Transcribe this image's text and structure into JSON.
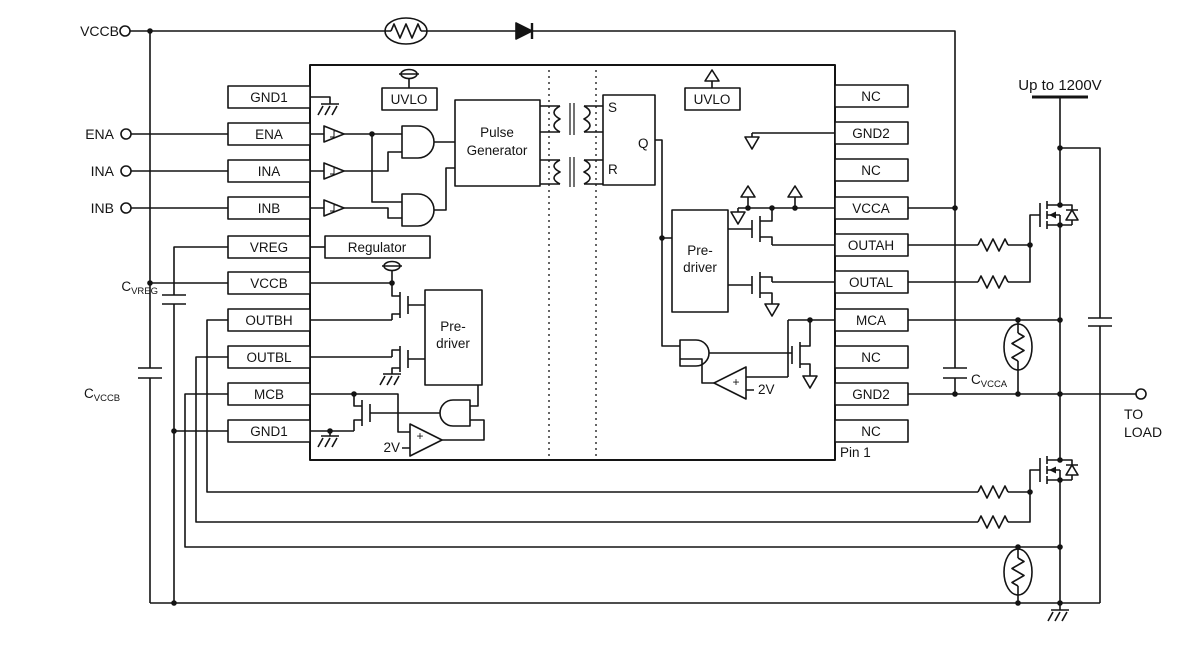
{
  "diagram_type": "isolated-gate-driver-application-schematic",
  "colors": {
    "ink": "#141414",
    "background": "#ffffff"
  },
  "terminals": {
    "vccb": "VCCB",
    "ena": "ENA",
    "ina": "INA",
    "inb": "INB",
    "to_load_line1": "TO",
    "to_load_line2": "LOAD"
  },
  "annotations": {
    "bus_voltage": "Up to 1200V",
    "pin1": "Pin 1",
    "clamp_ref_left": "2V",
    "clamp_ref_right": "2V",
    "plus_left": "+",
    "plus_right": "+"
  },
  "capacitors": {
    "cvreg": {
      "main": "C",
      "sub": "VREG"
    },
    "cvccb": {
      "main": "C",
      "sub": "VCCB"
    },
    "cvcca": {
      "main": "C",
      "sub": "VCCA"
    }
  },
  "ic": {
    "left_pins": [
      "GND1",
      "ENA",
      "INA",
      "INB",
      "VREG",
      "VCCB",
      "OUTBH",
      "OUTBL",
      "MCB",
      "GND1"
    ],
    "right_pins": [
      "NC",
      "GND2",
      "NC",
      "VCCA",
      "OUTAH",
      "OUTAL",
      "MCA",
      "NC",
      "GND2",
      "NC"
    ],
    "blocks": {
      "uvlo_left": "UVLO",
      "uvlo_right": "UVLO",
      "pulse_generator_line1": "Pulse",
      "pulse_generator_line2": "Generator",
      "regulator": "Regulator",
      "predriver_left_line1": "Pre-",
      "predriver_left_line2": "driver",
      "predriver_right_line1": "Pre-",
      "predriver_right_line2": "driver",
      "latch_set": "S",
      "latch_reset": "R",
      "latch_q": "Q"
    }
  }
}
